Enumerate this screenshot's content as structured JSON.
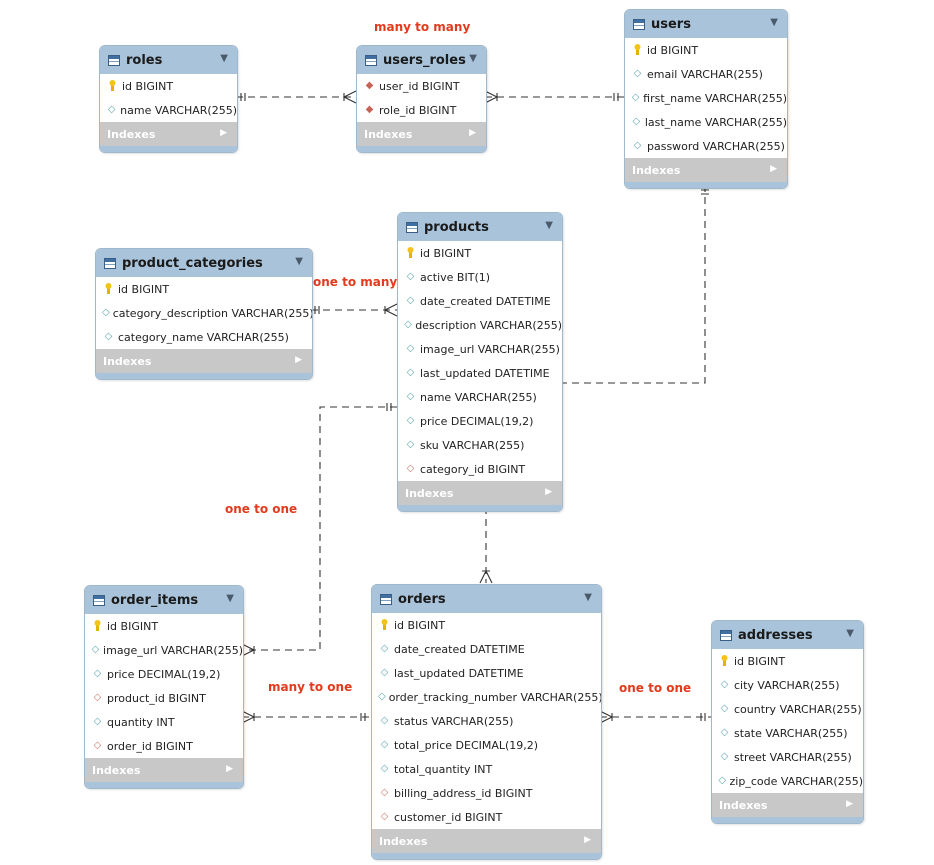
{
  "colors": {
    "header": "#a8c3da",
    "indexes_bar": "#c8c8c8",
    "relationship_label": "#e23a1c",
    "primary_key_icon": "#e2b400",
    "field_icon": "#5fa8b0",
    "foreign_key_icon": "#c97a6a"
  },
  "indexes_label": "Indexes",
  "tables": {
    "roles": {
      "name": "roles",
      "columns": [
        {
          "icon": "primary-key-icon",
          "text": "id BIGINT"
        },
        {
          "icon": "field-icon",
          "text": "name VARCHAR(255)"
        }
      ]
    },
    "users_roles": {
      "name": "users_roles",
      "columns": [
        {
          "icon": "primary-foreign-key-icon",
          "text": "user_id BIGINT"
        },
        {
          "icon": "primary-foreign-key-icon",
          "text": "role_id BIGINT"
        }
      ]
    },
    "users": {
      "name": "users",
      "columns": [
        {
          "icon": "primary-key-icon",
          "text": "id BIGINT"
        },
        {
          "icon": "field-icon",
          "text": "email VARCHAR(255)"
        },
        {
          "icon": "field-icon",
          "text": "first_name VARCHAR(255)"
        },
        {
          "icon": "field-icon",
          "text": "last_name VARCHAR(255)"
        },
        {
          "icon": "field-icon",
          "text": "password VARCHAR(255)"
        }
      ]
    },
    "product_categories": {
      "name": "product_categories",
      "columns": [
        {
          "icon": "primary-key-icon",
          "text": "id BIGINT"
        },
        {
          "icon": "field-icon",
          "text": "category_description VARCHAR(255)"
        },
        {
          "icon": "field-icon",
          "text": "category_name VARCHAR(255)"
        }
      ]
    },
    "products": {
      "name": "products",
      "columns": [
        {
          "icon": "primary-key-icon",
          "text": "id BIGINT"
        },
        {
          "icon": "field-icon",
          "text": "active BIT(1)"
        },
        {
          "icon": "field-icon",
          "text": "date_created DATETIME"
        },
        {
          "icon": "field-icon",
          "text": "description VARCHAR(255)"
        },
        {
          "icon": "field-icon",
          "text": "image_url VARCHAR(255)"
        },
        {
          "icon": "field-icon",
          "text": "last_updated DATETIME"
        },
        {
          "icon": "field-icon",
          "text": "name VARCHAR(255)"
        },
        {
          "icon": "field-icon",
          "text": "price DECIMAL(19,2)"
        },
        {
          "icon": "field-icon",
          "text": "sku VARCHAR(255)"
        },
        {
          "icon": "foreign-key-icon",
          "text": "category_id BIGINT"
        }
      ]
    },
    "order_items": {
      "name": "order_items",
      "columns": [
        {
          "icon": "primary-key-icon",
          "text": "id BIGINT"
        },
        {
          "icon": "field-icon",
          "text": "image_url VARCHAR(255)"
        },
        {
          "icon": "field-icon",
          "text": "price DECIMAL(19,2)"
        },
        {
          "icon": "foreign-key-icon",
          "text": "product_id BIGINT"
        },
        {
          "icon": "field-icon",
          "text": "quantity INT"
        },
        {
          "icon": "foreign-key-icon",
          "text": "order_id BIGINT"
        }
      ]
    },
    "orders": {
      "name": "orders",
      "columns": [
        {
          "icon": "primary-key-icon",
          "text": "id BIGINT"
        },
        {
          "icon": "field-icon",
          "text": "date_created DATETIME"
        },
        {
          "icon": "field-icon",
          "text": "last_updated DATETIME"
        },
        {
          "icon": "field-icon",
          "text": "order_tracking_number VARCHAR(255)"
        },
        {
          "icon": "field-icon",
          "text": "status VARCHAR(255)"
        },
        {
          "icon": "field-icon",
          "text": "total_price DECIMAL(19,2)"
        },
        {
          "icon": "field-icon",
          "text": "total_quantity INT"
        },
        {
          "icon": "foreign-key-icon",
          "text": "billing_address_id BIGINT"
        },
        {
          "icon": "foreign-key-icon",
          "text": "customer_id BIGINT"
        }
      ]
    },
    "addresses": {
      "name": "addresses",
      "columns": [
        {
          "icon": "primary-key-icon",
          "text": "id BIGINT"
        },
        {
          "icon": "field-icon",
          "text": "city VARCHAR(255)"
        },
        {
          "icon": "field-icon",
          "text": "country VARCHAR(255)"
        },
        {
          "icon": "field-icon",
          "text": "state VARCHAR(255)"
        },
        {
          "icon": "field-icon",
          "text": "street VARCHAR(255)"
        },
        {
          "icon": "field-icon",
          "text": "zip_code VARCHAR(255)"
        }
      ]
    }
  },
  "relationship_labels": {
    "users_roles": "many to many",
    "categories_products": "one to many",
    "products_order_items": "one to one",
    "order_items_orders": "many to one",
    "orders_addresses": "one to one"
  }
}
